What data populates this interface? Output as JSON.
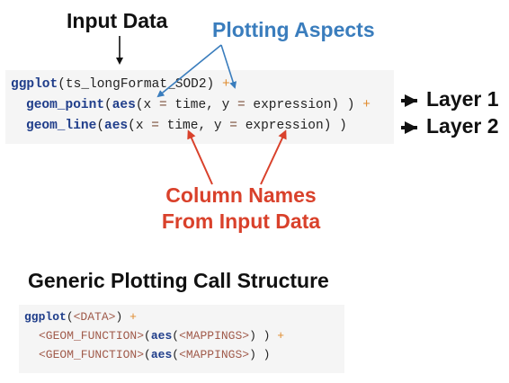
{
  "labels": {
    "input_data": "Input Data",
    "plotting_aspects": "Plotting Aspects",
    "layer1": "Layer 1",
    "layer2": "Layer 2",
    "column_names_line1": "Column Names",
    "column_names_line2": "From Input Data",
    "generic_title": "Generic Plotting Call Structure"
  },
  "code_top": {
    "line1": {
      "fn": "ggplot",
      "args": "(ts_longFormat_SOD2)",
      "plus": "+"
    },
    "line2": {
      "fn1": "geom_point",
      "fn2": "aes",
      "x": "x",
      "eq1": "=",
      "time": "time,",
      "y": "y",
      "eq2": "=",
      "expr": "expression)",
      "close": ")",
      "plus": "+"
    },
    "line3": {
      "fn1": "geom_line",
      "fn2": "aes",
      "x": "x",
      "eq1": "=",
      "time": "time,",
      "y": "y",
      "eq2": "=",
      "expr": "expression)",
      "close": ")"
    }
  },
  "code_generic": {
    "line1": {
      "fn": "ggplot",
      "open": "(",
      "data": "<DATA>",
      "close": ")",
      "plus": "+"
    },
    "line2": {
      "geom": "<GEOM_FUNCTION>",
      "open": "(",
      "fn": "aes",
      "open2": "(",
      "map": "<MAPPINGS>",
      "close": ") )",
      "plus": "+"
    },
    "line3": {
      "geom": "<GEOM_FUNCTION>",
      "open": "(",
      "fn": "aes",
      "open2": "(",
      "map": "<MAPPINGS>",
      "close": ") )"
    }
  },
  "colors": {
    "blue": "#3a7dbd",
    "red": "#d9412b",
    "black": "#111111"
  }
}
